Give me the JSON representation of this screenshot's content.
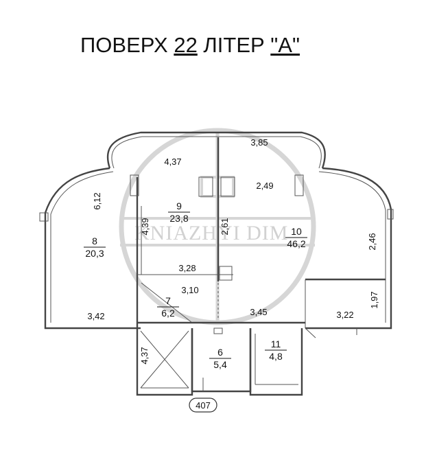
{
  "header": {
    "title_prefix": "ПОВЕРХ ",
    "floor_number": "22",
    "title_middle": " ЛІТЕР ",
    "letter": "\"А\""
  },
  "watermark": {
    "text": "KNIAZHYI DIM",
    "color": "#c9c9c9"
  },
  "rooms": [
    {
      "number": "8",
      "area": "20,3"
    },
    {
      "number": "9",
      "area": "23,8"
    },
    {
      "number": "10",
      "area": "46,2"
    },
    {
      "number": "7",
      "area": "6,2"
    },
    {
      "number": "6",
      "area": "5,4"
    },
    {
      "number": "11",
      "area": "4,8"
    }
  ],
  "dimensions": {
    "d_3_85": "3,85",
    "d_4_37_top": "4,37",
    "d_2_49": "2,49",
    "d_6_12": "6,12",
    "d_4_39": "4,39",
    "d_2_61": "2,61",
    "d_2_46": "2,46",
    "d_3_28": "3,28",
    "d_3_10": "3,10",
    "d_3_42": "3,42",
    "d_3_45": "3,45",
    "d_3_22": "3,22",
    "d_1_97": "1,97",
    "d_4_37_stair": "4,37"
  },
  "stair_tag": "407",
  "colors": {
    "wall": "#444444",
    "text": "#111111"
  }
}
